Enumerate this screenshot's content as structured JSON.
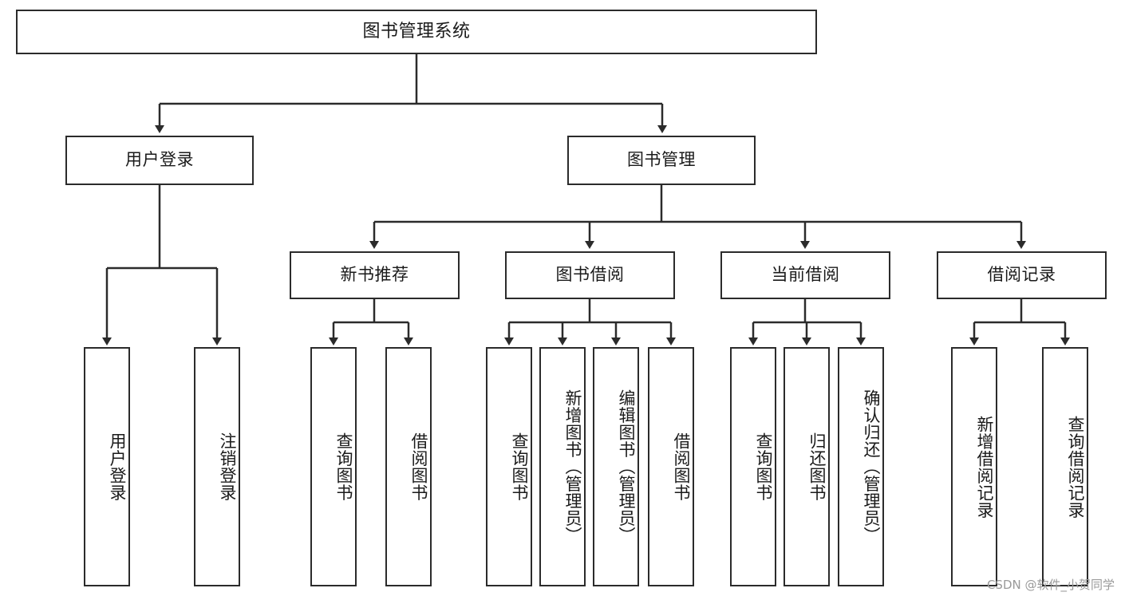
{
  "diagram": {
    "title": "图书管理系统",
    "type": "hierarchy-tree",
    "root": {
      "label": "图书管理系统"
    },
    "level1": [
      {
        "label": "用户登录"
      },
      {
        "label": "图书管理"
      }
    ],
    "level2": [
      {
        "label": "新书推荐"
      },
      {
        "label": "图书借阅"
      },
      {
        "label": "当前借阅"
      },
      {
        "label": "借阅记录"
      }
    ],
    "leaves": {
      "user_login": [
        {
          "label": "用户登录"
        },
        {
          "label": "注销登录"
        }
      ],
      "new_book_recommend": [
        {
          "label": "查询图书"
        },
        {
          "label": "借阅图书"
        }
      ],
      "book_borrow": [
        {
          "label": "查询图书"
        },
        {
          "label": "新增图书（管理员）"
        },
        {
          "label": "编辑图书（管理员）"
        },
        {
          "label": "借阅图书"
        }
      ],
      "current_borrow": [
        {
          "label": "查询图书"
        },
        {
          "label": "归还图书"
        },
        {
          "label": "确认归还（管理员）"
        }
      ],
      "borrow_records": [
        {
          "label": "新增借阅记录"
        },
        {
          "label": "查询借阅记录"
        }
      ]
    }
  },
  "watermark": {
    "text": "CSDN @软件_小贺同学"
  },
  "colors": {
    "stroke": "#2b2b2b",
    "fill": "#ffffff",
    "text": "#1a1a1a",
    "watermark": "#9a9a9a"
  }
}
